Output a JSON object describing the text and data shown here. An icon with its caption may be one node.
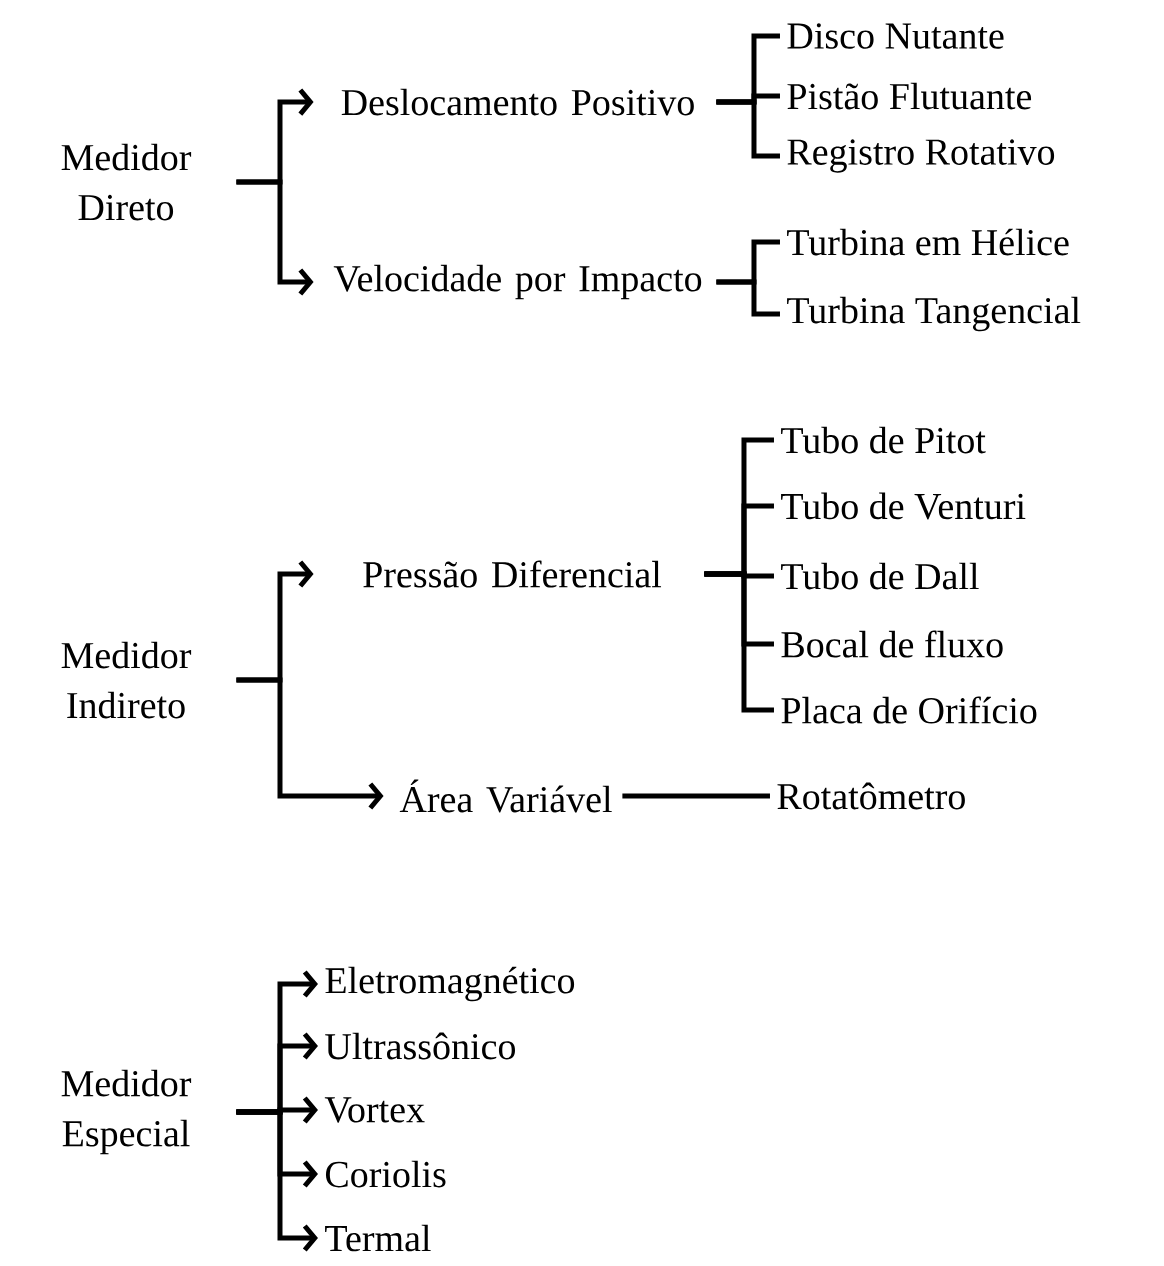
{
  "diagram": {
    "nodes": [
      {
        "text": [
          "Medidor Direto"
        ]
      },
      {
        "text": [
          "Deslocamento Positivo"
        ]
      },
      {
        "text": [
          "Disco Nutante"
        ]
      },
      {
        "text": [
          "Pistão Flutuante"
        ]
      },
      {
        "text": [
          "Registro Rotativo"
        ]
      },
      {
        "text": [
          "Velocidade por Impacto"
        ]
      },
      {
        "text": [
          "Turbina em Hélice"
        ]
      },
      {
        "text": [
          "Turbina Tangencial"
        ]
      },
      {
        "text": [
          "Medidor Indireto"
        ]
      },
      {
        "text": [
          "Pressão Diferencial"
        ]
      },
      {
        "text": [
          "Tubo de Pitot"
        ]
      },
      {
        "text": [
          "Tubo de Venturi"
        ]
      },
      {
        "text": [
          "Tubo de Dall"
        ]
      },
      {
        "text": [
          "Bocal de fluxo"
        ]
      },
      {
        "text": [
          "Placa de Orifício"
        ]
      },
      {
        "text": [
          "Área Variável"
        ]
      },
      {
        "text": [
          "Rotatômetro"
        ]
      },
      {
        "text": [
          "Medidor Especial"
        ]
      },
      {
        "text": [
          "Eletromagnético"
        ]
      },
      {
        "text": [
          "Ultrassônico"
        ]
      },
      {
        "text": [
          "Vortex"
        ]
      },
      {
        "text": [
          "Coriolis"
        ]
      },
      {
        "text": [
          "Termal"
        ]
      }
    ],
    "edges": [
      {
        "from": 0,
        "to": 1,
        "arrow": "to"
      },
      {
        "from": 0,
        "to": 5,
        "arrow": "to"
      },
      {
        "from": 1,
        "to": 2,
        "arrow": "none"
      },
      {
        "from": 1,
        "to": 3,
        "arrow": "none"
      },
      {
        "from": 1,
        "to": 4,
        "arrow": "none"
      },
      {
        "from": 5,
        "to": 6,
        "arrow": "none"
      },
      {
        "from": 5,
        "to": 7,
        "arrow": "none"
      },
      {
        "from": 8,
        "to": 9,
        "arrow": "to"
      },
      {
        "from": 8,
        "to": 15,
        "arrow": "to"
      },
      {
        "from": 9,
        "to": 10,
        "arrow": "none"
      },
      {
        "from": 9,
        "to": 11,
        "arrow": "none"
      },
      {
        "from": 9,
        "to": 12,
        "arrow": "none"
      },
      {
        "from": 9,
        "to": 13,
        "arrow": "none"
      },
      {
        "from": 9,
        "to": 14,
        "arrow": "none"
      },
      {
        "from": 15,
        "to": 16,
        "arrow": "none"
      },
      {
        "from": 17,
        "to": 18,
        "arrow": "to"
      },
      {
        "from": 17,
        "to": 19,
        "arrow": "to"
      },
      {
        "from": 17,
        "to": 20,
        "arrow": "to"
      },
      {
        "from": 17,
        "to": 21,
        "arrow": "to"
      },
      {
        "from": 17,
        "to": 22,
        "arrow": "to"
      }
    ]
  }
}
